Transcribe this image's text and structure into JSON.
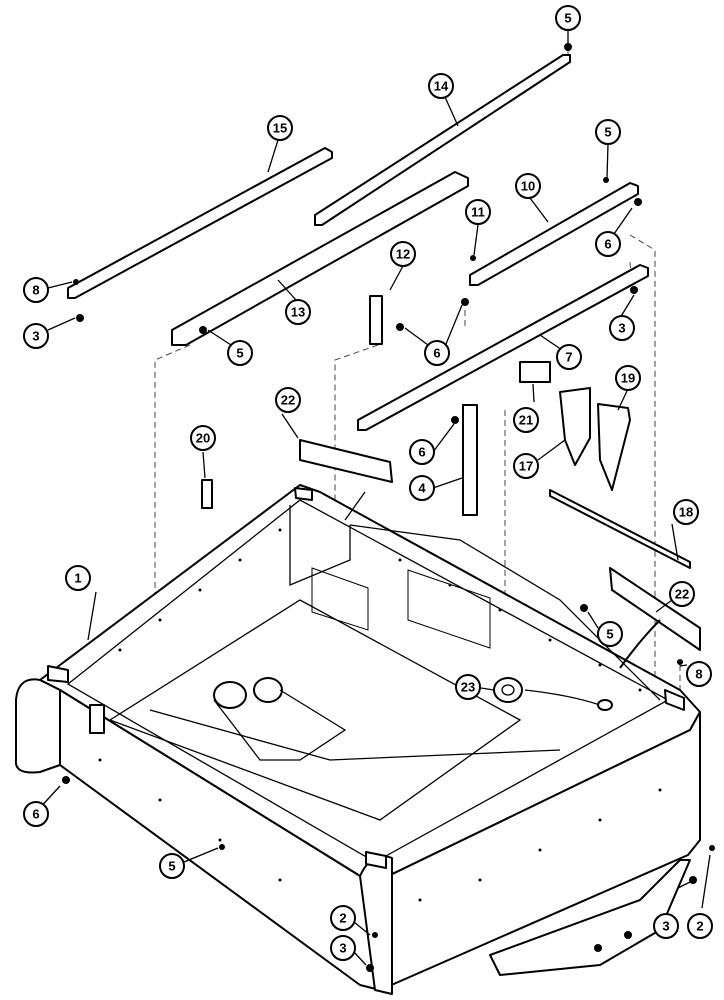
{
  "diagram": {
    "type": "exploded-parts-view",
    "callouts": [
      {
        "id": "c1",
        "label": "1"
      },
      {
        "id": "c2a",
        "label": "2"
      },
      {
        "id": "c2b",
        "label": "2"
      },
      {
        "id": "c3a",
        "label": "3"
      },
      {
        "id": "c3b",
        "label": "3"
      },
      {
        "id": "c3c",
        "label": "3"
      },
      {
        "id": "c3d",
        "label": "3"
      },
      {
        "id": "c4",
        "label": "4"
      },
      {
        "id": "c5a",
        "label": "5"
      },
      {
        "id": "c5b",
        "label": "5"
      },
      {
        "id": "c5c",
        "label": "5"
      },
      {
        "id": "c5d",
        "label": "5"
      },
      {
        "id": "c5e",
        "label": "5"
      },
      {
        "id": "c6a",
        "label": "6"
      },
      {
        "id": "c6b",
        "label": "6"
      },
      {
        "id": "c6c",
        "label": "6"
      },
      {
        "id": "c6d",
        "label": "6"
      },
      {
        "id": "c7",
        "label": "7"
      },
      {
        "id": "c8a",
        "label": "8"
      },
      {
        "id": "c8b",
        "label": "8"
      },
      {
        "id": "c10",
        "label": "10"
      },
      {
        "id": "c11",
        "label": "11"
      },
      {
        "id": "c12",
        "label": "12"
      },
      {
        "id": "c13",
        "label": "13"
      },
      {
        "id": "c14",
        "label": "14"
      },
      {
        "id": "c15",
        "label": "15"
      },
      {
        "id": "c17",
        "label": "17"
      },
      {
        "id": "c18",
        "label": "18"
      },
      {
        "id": "c19",
        "label": "19"
      },
      {
        "id": "c20",
        "label": "20"
      },
      {
        "id": "c21",
        "label": "21"
      },
      {
        "id": "c22a",
        "label": "22"
      },
      {
        "id": "c22b",
        "label": "22"
      },
      {
        "id": "c23",
        "label": "23"
      }
    ]
  }
}
